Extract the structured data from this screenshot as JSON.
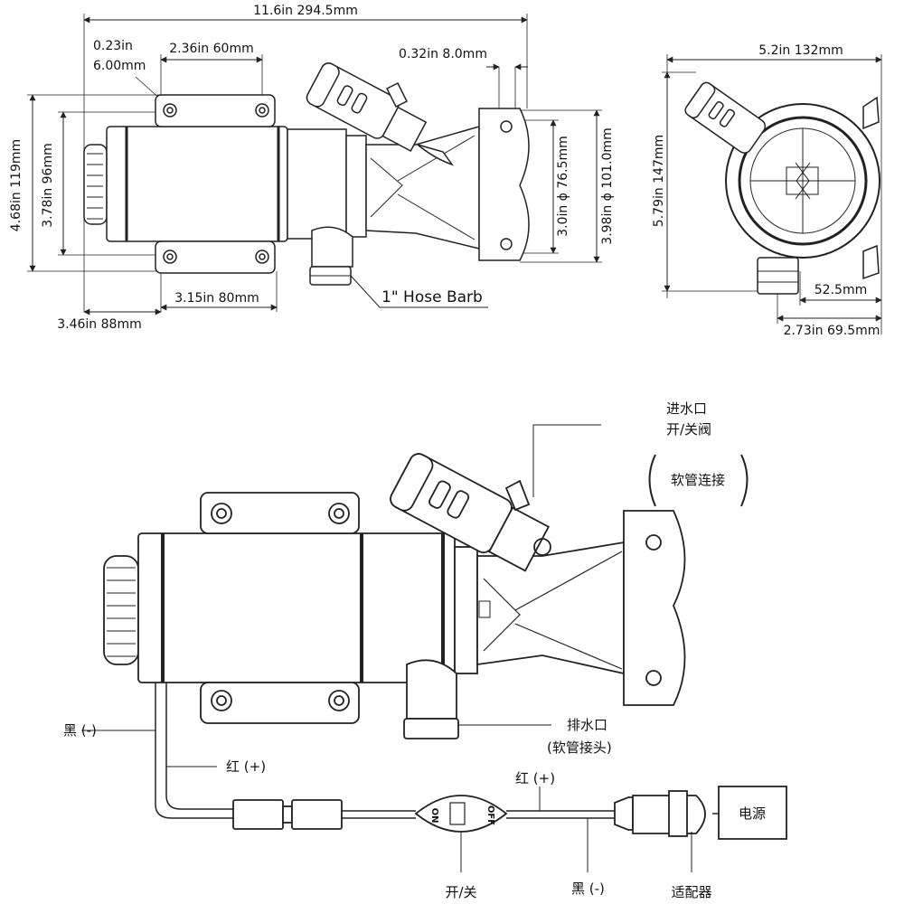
{
  "top_view": {
    "overall_length": "11.6in 294.5mm",
    "bolt_hole_in": "0.23in",
    "bolt_hole_mm": "6.00mm",
    "bracket_width": "2.36in 60mm",
    "flange_thickness": "0.32in 8.0mm",
    "height_outer": "4.68in 119mm",
    "height_inner": "3.78in 96mm",
    "flange_inner": "3.0in ϕ 76.5mm",
    "flange_outer": "3.98in ϕ 101.0mm",
    "bracket_span": "3.15in 80mm",
    "base_offset": "3.46in 88mm",
    "hose_barb": "1\" Hose Barb"
  },
  "side_view": {
    "width": "5.2in 132mm",
    "height": "5.79in 147mm",
    "outlet_offset": "52.5mm",
    "outlet_span": "2.73in 69.5mm"
  },
  "wiring": {
    "inlet_line1": "进水口",
    "inlet_line2": "开/关阀",
    "inlet_hose": "软管连接",
    "outlet_line1": "排水口",
    "outlet_line2": "(软管接头)",
    "black_left": "黑 (-)",
    "red_left": "红 (+)",
    "red_right": "红 (+)",
    "black_bottom": "黑 (-)",
    "switch": "开/关",
    "adapter": "适配器",
    "power": "电源",
    "switch_on": "ON",
    "switch_off": "OFF"
  }
}
